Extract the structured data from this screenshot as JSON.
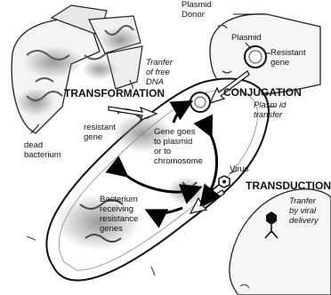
{
  "process_labels": {
    "transformation": "TRANSFORMATION",
    "conjugation": "CONJUGATION",
    "transduction": "TRANSDUCTION"
  },
  "process_notes": {
    "transformation": [
      "Tranfer",
      "of free",
      "DNA"
    ],
    "conjugation": [
      "Plasm id",
      "transfer"
    ],
    "transduction": [
      "Tranfer",
      "by viral",
      "delivery"
    ]
  },
  "labels": {
    "plasmid_donor": [
      "Plasmid",
      "Donor"
    ],
    "plasmid": "Plasmid",
    "resistant_gene_donor": [
      "Resistant",
      "gene"
    ],
    "resistant_gene_free": [
      "resistant",
      "gene"
    ],
    "dead_bacterium": [
      "dead",
      "bacterium"
    ],
    "gene_goes": [
      "Gene goes",
      "to plasmid",
      "or to",
      "chromosome"
    ],
    "virus": "Virus",
    "receiving": [
      "Bacterium",
      "receiving",
      "resistance",
      "genes"
    ]
  }
}
